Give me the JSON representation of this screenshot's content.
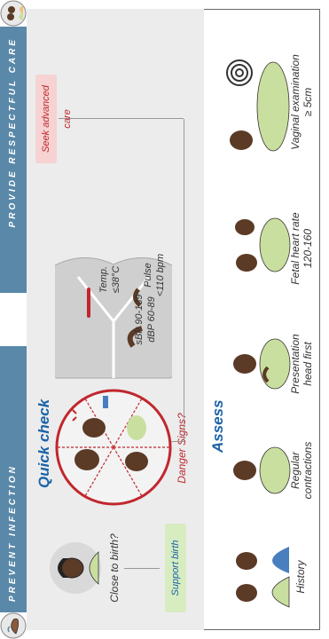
{
  "header": {
    "left_band": "PREVENT INFECTION",
    "right_band": "PROVIDE RESPECTFUL CARE"
  },
  "quick_check": {
    "title": "Quick check",
    "close_to_birth": "Close to birth?",
    "support_birth": "Support birth",
    "danger_signs": "Danger Signs?",
    "seek_advanced_care": "Seek advanced care",
    "vitals": {
      "bp_line1": "sBP 90-139",
      "bp_line2": "dBP 60-89",
      "temp_line1": "Temp.",
      "temp_line2": "≤38°C",
      "pulse_line1": "Pulse",
      "pulse_line2": "<110 bpm"
    }
  },
  "assess": {
    "title": "Assess",
    "steps": [
      {
        "line1": "History",
        "line2": ""
      },
      {
        "line1": "Regular",
        "line2": "contractions"
      },
      {
        "line1": "Presentation",
        "line2": "head first"
      },
      {
        "line1": "Fetal heart rate",
        "line2": "120-160"
      },
      {
        "line1": "Vaginal examination",
        "line2": "≥ 5cm"
      }
    ]
  },
  "colors": {
    "band": "#5a88a8",
    "title_blue": "#1b63a8",
    "danger_red": "#c0272d",
    "support_green": "#d7ecc0",
    "seek_pink": "#f6d2d2",
    "skin": "#5b3a26",
    "gown": "#c9df9f"
  }
}
